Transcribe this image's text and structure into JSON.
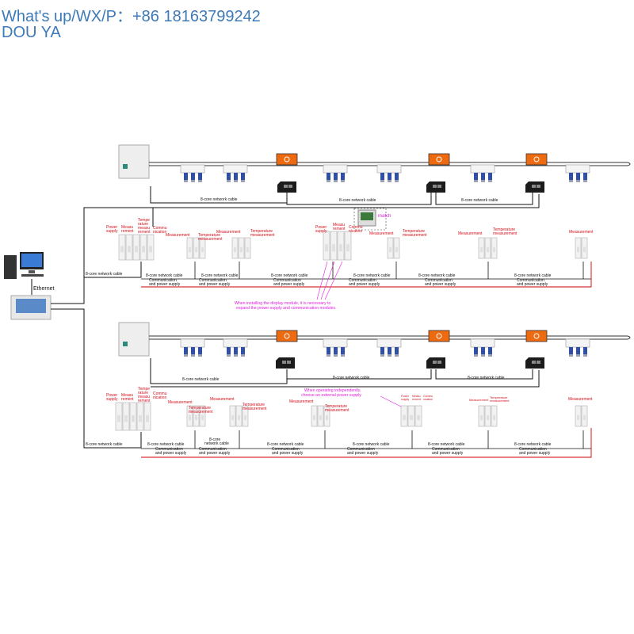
{
  "header": {
    "contact": "What's up/WX/P：+86 18163799242",
    "company": "DOU YA"
  },
  "labels": {
    "ethernet": "Ethernet",
    "cable": "8-core network cable",
    "comm_power_line1": "Communication",
    "comm_power_line2": "and power supply",
    "match": "match",
    "power_supply_1": "Power",
    "power_supply_2": "supply",
    "measure_1": "Measu",
    "measure_2": "rement",
    "temp_1": "Tempe",
    "temp_2": "rature",
    "temp_3": "measu",
    "temp_4": "rement",
    "comm_1": "Commu",
    "comm_2": "nication",
    "measurement": "Measurement",
    "temperature_1": "Temperature",
    "temperature_2": "measurement",
    "note_display_1": "When installing the display module, it is necessary to",
    "note_display_2": "expand the power supply and communication modules.",
    "note_indep_1": "When operating independently,",
    "note_indep_2": "choose an external power supply"
  },
  "colors": {
    "header_text": "#3d7ab8",
    "red_label": "#d0101a",
    "note_magenta": "#e020e0",
    "orange_module": "#ee6a10",
    "line": "#111111",
    "red_wire": "#cc0000"
  }
}
